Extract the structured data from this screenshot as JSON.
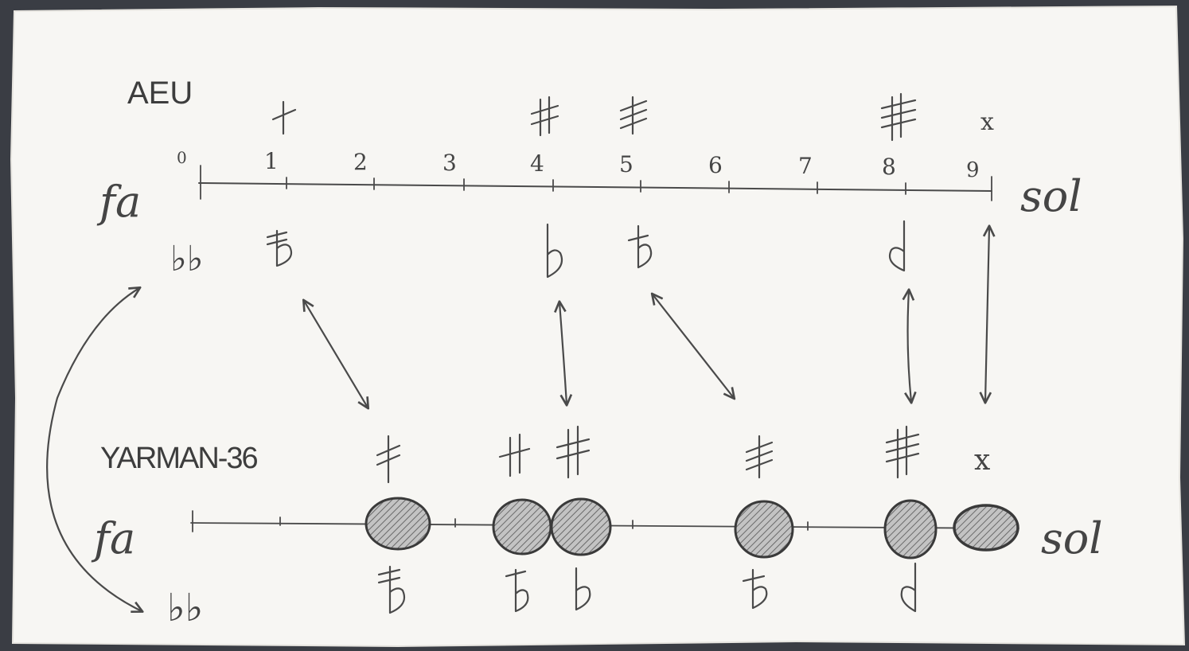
{
  "colors": {
    "background": "#3a3d44",
    "paper": "#f7f6f3",
    "ink": "#4a4a4a",
    "note_fill": "#b9b9b9"
  },
  "aeu": {
    "label": "AEU",
    "left_note": "fa",
    "right_note": "sol",
    "ticks": [
      "0",
      "1",
      "2",
      "3",
      "4",
      "5",
      "6",
      "7",
      "8",
      "9"
    ]
  },
  "yarman": {
    "label": "YARMAN-36",
    "left_note": "fa",
    "right_note": "sol"
  },
  "accidental_glyphs": {
    "sharp": "♯",
    "double_sharp": "x",
    "flat": "♭",
    "double_flat": "♭♭"
  }
}
